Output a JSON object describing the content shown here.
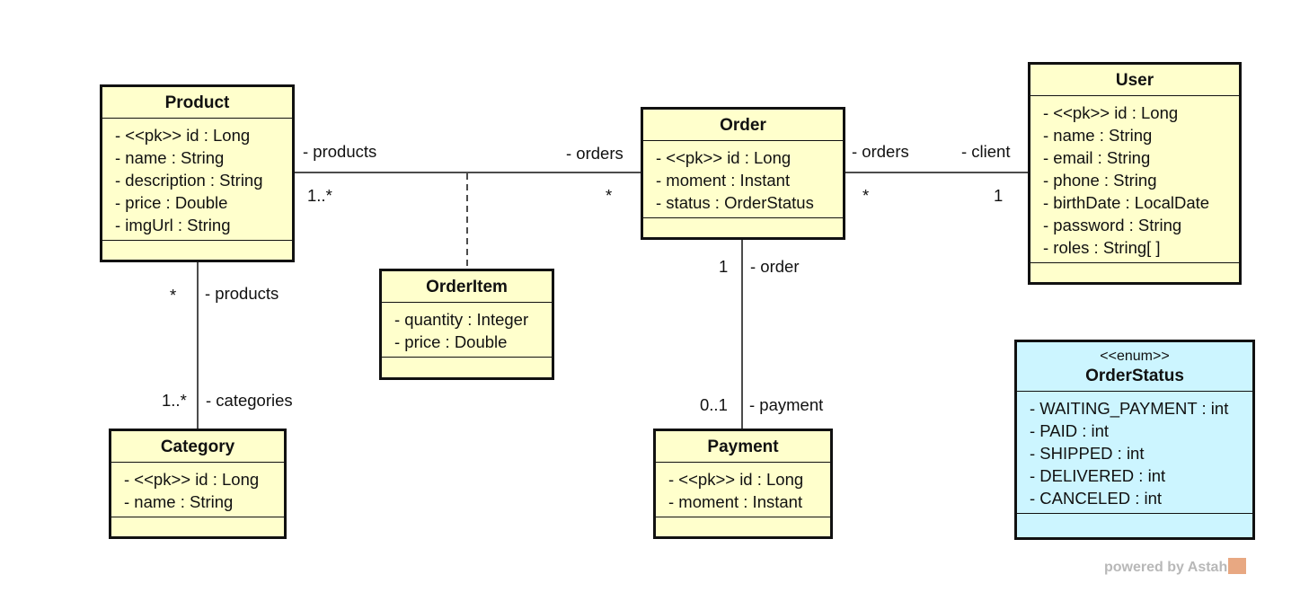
{
  "classes": {
    "product": {
      "name": "Product",
      "attributes": [
        "- <<pk>> id : Long",
        "- name : String",
        "- description : String",
        "- price : Double",
        "- imgUrl : String"
      ]
    },
    "order": {
      "name": "Order",
      "attributes": [
        "- <<pk>> id : Long",
        "- moment : Instant",
        "- status : OrderStatus"
      ]
    },
    "user": {
      "name": "User",
      "attributes": [
        "- <<pk>> id : Long",
        "- name : String",
        "- email : String",
        "- phone : String",
        "- birthDate : LocalDate",
        "- password : String",
        "- roles : String[ ]"
      ]
    },
    "orderitem": {
      "name": "OrderItem",
      "attributes": [
        "- quantity : Integer",
        "- price : Double"
      ]
    },
    "category": {
      "name": "Category",
      "attributes": [
        "- <<pk>> id : Long",
        "- name : String"
      ]
    },
    "payment": {
      "name": "Payment",
      "attributes": [
        "- <<pk>> id : Long",
        "- moment : Instant"
      ]
    },
    "orderstatus": {
      "stereotype": "<<enum>>",
      "name": "OrderStatus",
      "attributes": [
        "- WAITING_PAYMENT : int",
        "- PAID : int",
        "- SHIPPED : int",
        "- DELIVERED : int",
        "- CANCELED : int"
      ]
    }
  },
  "associations": {
    "product_order": {
      "product_role": "- products",
      "product_mult": "1..*",
      "order_role": "- orders",
      "order_mult": "*"
    },
    "order_user": {
      "order_role": "- orders",
      "order_mult": "*",
      "user_role": "- client",
      "user_mult": "1"
    },
    "product_category": {
      "product_mult": "*",
      "product_role": "- products",
      "category_mult": "1..*",
      "category_role": "- categories"
    },
    "order_payment": {
      "order_mult": "1",
      "order_role": "- order",
      "payment_mult": "0..1",
      "payment_role": "- payment"
    }
  },
  "watermark": {
    "text": "powered by Astah",
    "logo": "astah-logo-icon"
  },
  "colors": {
    "class_fill": "#ffffcc",
    "enum_fill": "#ccf5ff",
    "border": "#111111"
  }
}
